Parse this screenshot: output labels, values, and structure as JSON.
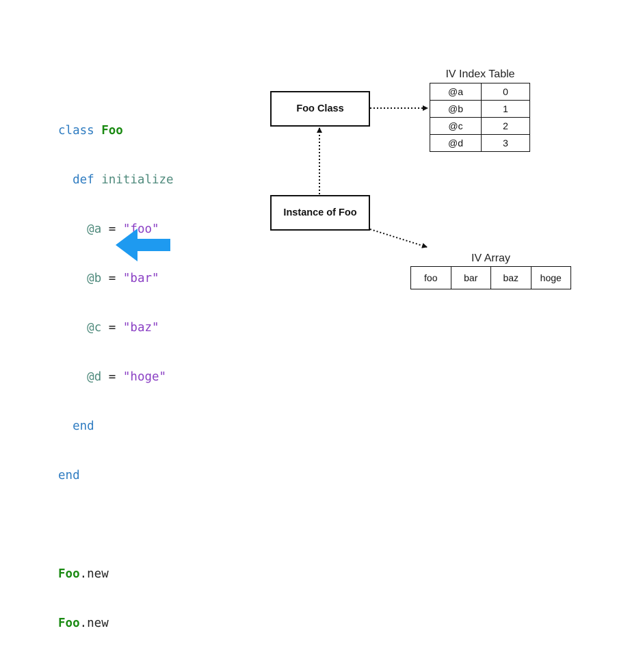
{
  "code": {
    "line1": {
      "kw": "class",
      "cls": "Foo"
    },
    "line2": {
      "kw": "def",
      "method": "initialize"
    },
    "assignments": [
      {
        "ivar": "@a",
        "op": "=",
        "str": "\"foo\""
      },
      {
        "ivar": "@b",
        "op": "=",
        "str": "\"bar\""
      },
      {
        "ivar": "@c",
        "op": "=",
        "str": "\"baz\""
      },
      {
        "ivar": "@d",
        "op": "=",
        "str": "\"hoge\""
      }
    ],
    "end_inner": "end",
    "end_outer": "end",
    "calls": [
      {
        "cls": "Foo",
        "method": ".new"
      },
      {
        "cls": "Foo",
        "method": ".new"
      }
    ]
  },
  "foo_class_box": "Foo Class",
  "instance_box": "Instance of Foo",
  "iv_index_table": {
    "title": "IV Index Table",
    "rows": [
      {
        "name": "@a",
        "index": "0"
      },
      {
        "name": "@b",
        "index": "1"
      },
      {
        "name": "@c",
        "index": "2"
      },
      {
        "name": "@d",
        "index": "3"
      }
    ]
  },
  "iv_array": {
    "title": "IV Array",
    "cells": [
      "foo",
      "bar",
      "baz",
      "hoge"
    ]
  },
  "colors": {
    "pointer_arrow": "#1e9af0",
    "keyword": "#2f7cc1",
    "class_name": "#1a8a12",
    "ivar": "#4f8a7c",
    "string": "#8a3fc4"
  },
  "icons": {
    "current_line_pointer": "arrow-left-icon"
  }
}
